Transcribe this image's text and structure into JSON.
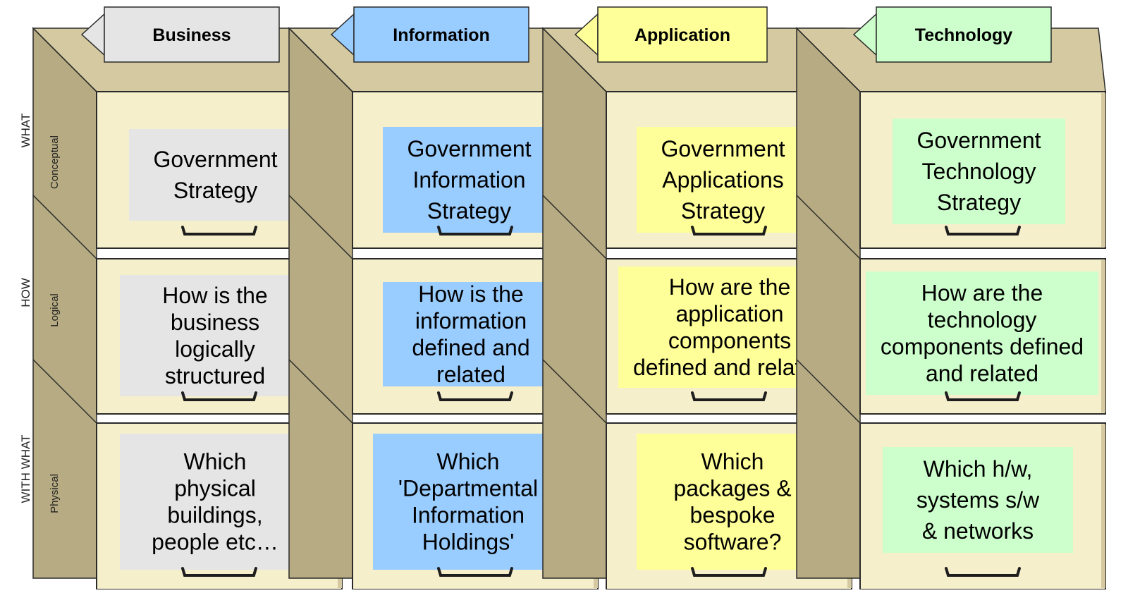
{
  "colors": {
    "face": "#f6efcb",
    "face_shadow": "#d4c9a0",
    "face_dark": "#b6ab82",
    "edge": "#2a2a2a",
    "handle": "#1e1e1e"
  },
  "columns": [
    {
      "key": "business",
      "label": "Business",
      "color": "#e5e5e5"
    },
    {
      "key": "information",
      "label": "Information",
      "color": "#99ccff"
    },
    {
      "key": "application",
      "label": "Application",
      "color": "#ffff99"
    },
    {
      "key": "technology",
      "label": "Technology",
      "color": "#ccffcc"
    }
  ],
  "rows": [
    {
      "key": "conceptual",
      "question": "WHAT",
      "layer": "Conceptual"
    },
    {
      "key": "logical",
      "question": "HOW",
      "layer": "Logical"
    },
    {
      "key": "physical",
      "question": "WITH WHAT",
      "layer": "Physical"
    }
  ],
  "cells": [
    [
      {
        "lines": [
          "Government",
          "Strategy"
        ]
      },
      {
        "lines": [
          "Government",
          "Information",
          "Strategy"
        ]
      },
      {
        "lines": [
          "Government",
          "Applications",
          "Strategy"
        ]
      },
      {
        "lines": [
          "Government",
          "Technology",
          "Strategy"
        ]
      }
    ],
    [
      {
        "lines": [
          "How is the",
          "business",
          "logically",
          "structured"
        ]
      },
      {
        "lines": [
          "How is the",
          "information",
          "defined and",
          "related"
        ]
      },
      {
        "lines": [
          "How are the",
          "application",
          "components",
          "defined and related"
        ]
      },
      {
        "lines": [
          "How are the",
          "technology",
          "components defined",
          "and related"
        ]
      }
    ],
    [
      {
        "lines": [
          "Which",
          "physical",
          "buildings,",
          "people etc…"
        ]
      },
      {
        "lines": [
          "Which",
          "'Departmental",
          "Information",
          "Holdings'"
        ]
      },
      {
        "lines": [
          "Which",
          "packages &",
          "bespoke",
          "software?"
        ]
      },
      {
        "lines": [
          "Which h/w,",
          "systems s/w",
          "& networks"
        ]
      }
    ]
  ]
}
